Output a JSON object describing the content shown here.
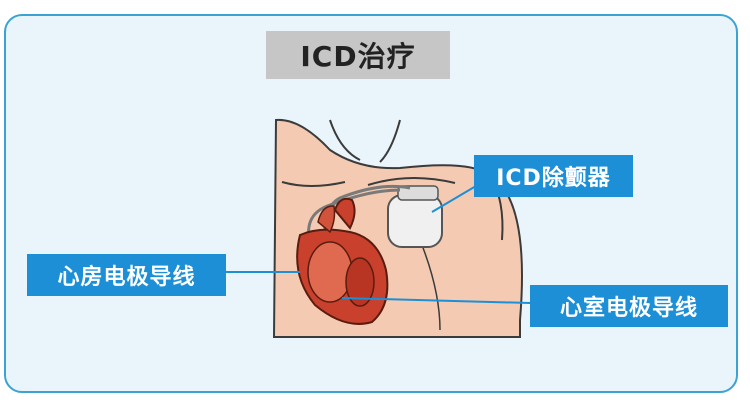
{
  "title": "ICD治疗",
  "labels": {
    "icd_device": "ICD除颤器",
    "atrial_lead": "心房电极导线",
    "ventricular_lead": "心室电极导线"
  },
  "colors": {
    "panel_border": "#3aa3d3",
    "panel_fill": "#e9f4fb",
    "label_fill": "#1d8fd6",
    "title_fill": "#c6c6c6",
    "skin": "#f4cbb2",
    "heart": "#c9412c"
  }
}
